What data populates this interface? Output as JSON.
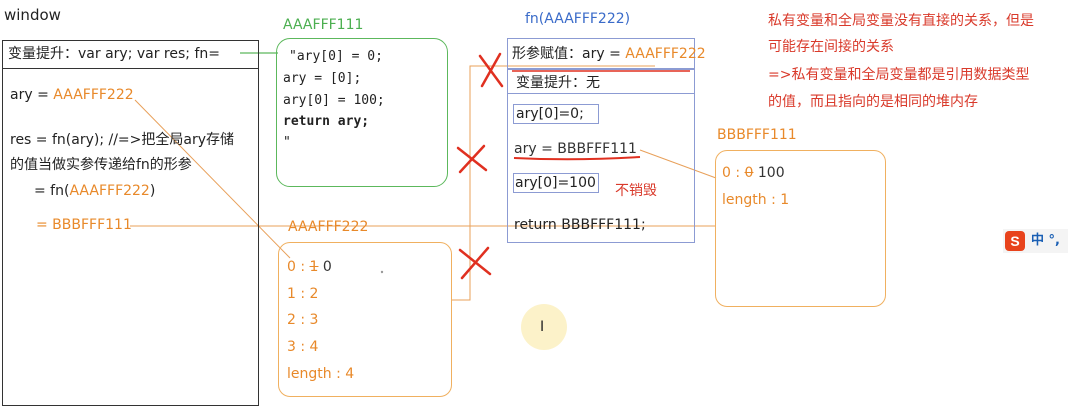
{
  "colors": {
    "accent_orange": "#e8892a",
    "frame_green": "#5cb85c",
    "heap_orange": "#f0b060",
    "annotation_red": "#d93a2b",
    "scope_blue": "#8c9bd3"
  },
  "window": {
    "title": "window",
    "hoist": "变量提升：var ary;  var res;  fn=",
    "ary_prefix": "ary = ",
    "ary_value": "AAAFFF222",
    "res_line1": "res = fn(ary); //=>把全局ary存储",
    "res_line2": "的值当做实参传递给fn的形参",
    "call_prefix": "= fn(",
    "call_arg": "AAAFFF222",
    "call_suffix": ")",
    "result": "= BBBFFF111"
  },
  "fn_heap": {
    "address": "AAAFFF111",
    "code": [
      "\"ary[0] = 0;",
      "ary = [0];",
      "ary[0] = 100;",
      "return ary;",
      "\""
    ],
    "return_keyword": "return"
  },
  "fn_scope": {
    "title": "fn(AAAFFF222)",
    "param": "形参赋值：ary = ",
    "param_value": "AAAFFF222",
    "hoist": "变量提升：无",
    "step1": "ary[0]=0;",
    "step2": "ary = BBBFFF111",
    "step3": "ary[0]=100",
    "not_destroyed": "不销毁",
    "return_line": "return BBBFFF111;"
  },
  "array_a": {
    "address": "AAAFFF222",
    "items": [
      {
        "key": "0 : ",
        "old": "1",
        "val": " 0"
      },
      {
        "key": "1 : 2",
        "old": "",
        "val": ""
      },
      {
        "key": "2 : 3",
        "old": "",
        "val": ""
      },
      {
        "key": "3 : 4",
        "old": "",
        "val": ""
      },
      {
        "key": "length : 4",
        "old": "",
        "val": ""
      }
    ]
  },
  "array_b": {
    "address": "BBBFFF111",
    "item0_key": "0 : ",
    "item0_old": "0",
    "item0_val": "  100",
    "length": "length : 1"
  },
  "note": {
    "line1": "私有变量和全局变量没有直接的关系，但是",
    "line2": "可能存在间接的关系",
    "line3": "=>私有变量和全局变量都是引用数据类型",
    "line4": "的值，而且指向的是相同的堆内存"
  },
  "ime": {
    "logo": "S",
    "label": "中 °,"
  },
  "cursor": "I"
}
